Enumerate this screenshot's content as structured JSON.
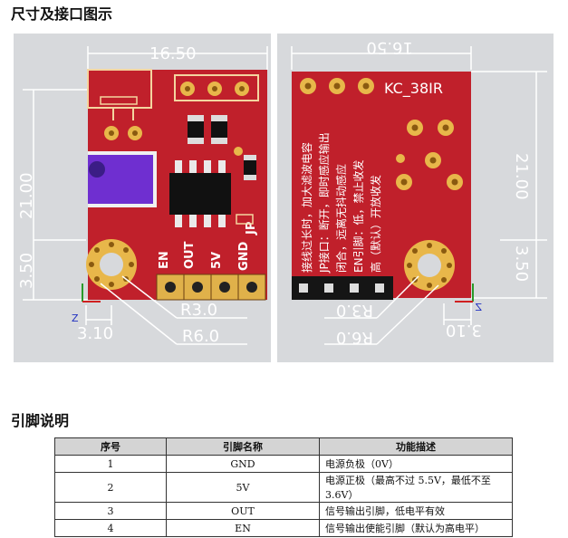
{
  "section_dimensions": {
    "title": "尺寸及接口图示"
  },
  "front_view": {
    "width_dim": "16.50",
    "height_dim": "21.00",
    "hole_y_dim": "3.50",
    "hole_x_dim": "3.10",
    "r_small": "R3.0",
    "r_large": "R6.0",
    "pin_labels": [
      "EN",
      "OUT",
      "5V",
      "GND"
    ],
    "jp_label": "JP",
    "axis_label": "Z"
  },
  "back_view": {
    "width_dim": "16.50",
    "height_dim": "21.00",
    "hole_y_dim": "3.50",
    "hole_x_dim": "3.10",
    "r_small": "R3.0",
    "r_large": "R6.0",
    "model": "KC_38IR",
    "notes": [
      "接线过长时，加大滤波电容",
      "JP接口：断开，即时感应输出",
      "闭合，远离无抖动感应",
      "EN引脚：低，禁止收发",
      "高（默认）开放收发"
    ],
    "axis_label": "Z"
  },
  "section_pins": {
    "title": "引脚说明"
  },
  "pin_table": {
    "headers": [
      "序号",
      "引脚名称",
      "功能描述"
    ],
    "rows": [
      {
        "idx": "1",
        "name": "GND",
        "desc": "电源负极（0V）"
      },
      {
        "idx": "2",
        "name": "5V",
        "desc": "电源正极（最高不过 5.5V，最低不至 3.6V）"
      },
      {
        "idx": "3",
        "name": "OUT",
        "desc": "信号输出引脚，低电平有效"
      },
      {
        "idx": "4",
        "name": "EN",
        "desc": "信号输出使能引脚（默认为高电平）"
      }
    ]
  }
}
